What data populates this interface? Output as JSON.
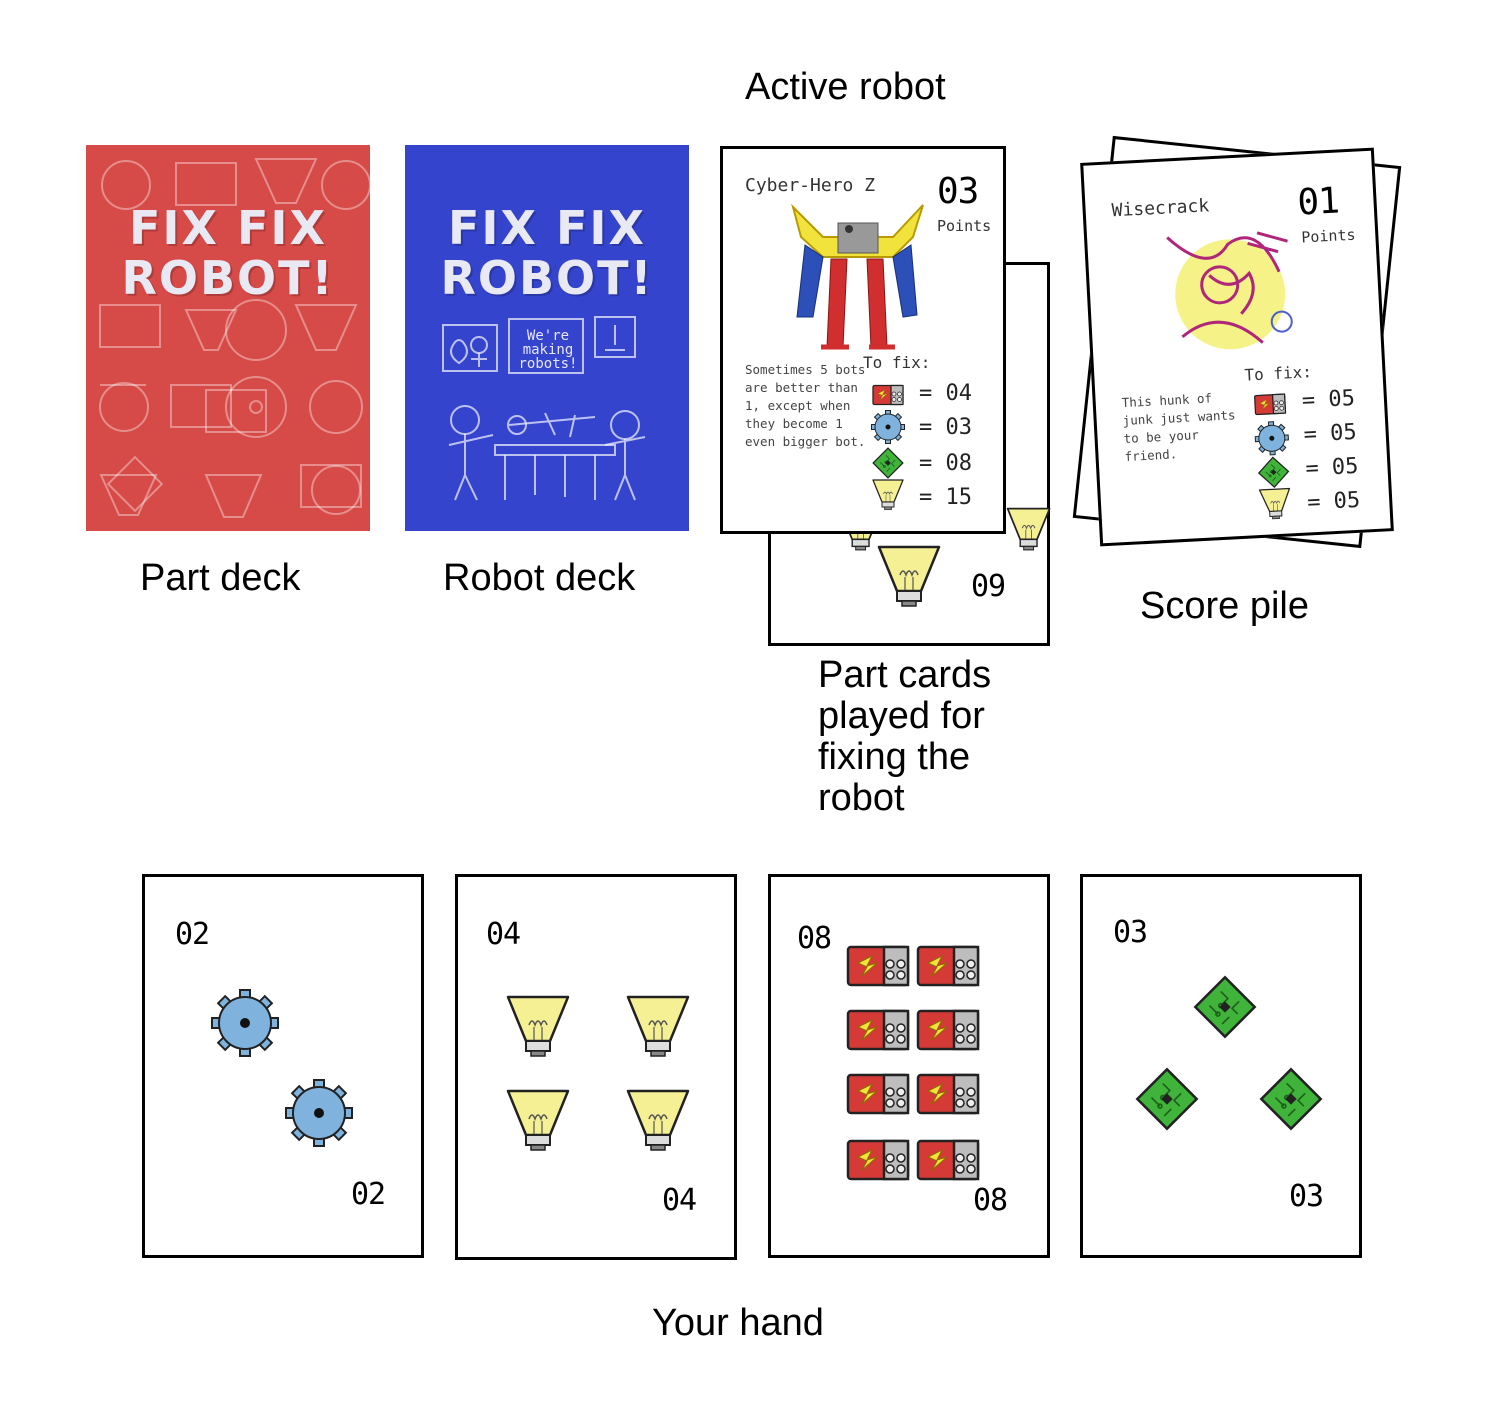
{
  "labels": {
    "active_robot": "Active robot",
    "part_deck": "Part deck",
    "robot_deck": "Robot deck",
    "score_pile": "Score pile",
    "part_cards_played": [
      "Part cards",
      "played for",
      "fixing the",
      "robot"
    ],
    "your_hand": "Your hand"
  },
  "decks": {
    "part": {
      "title_line1": "FIX FIX",
      "title_line2": "ROBOT!",
      "color": "#d64a47"
    },
    "robot": {
      "title_line1": "FIX FIX",
      "title_line2": "ROBOT!",
      "color": "#3444cc",
      "sign": "We're making robots!"
    }
  },
  "active_robot": {
    "name": "Cyber-Hero Z",
    "points_value": "03",
    "points_label": "Points",
    "flavor": [
      "Sometimes 5 bots",
      "are better than",
      "1, except when",
      "they become 1",
      "even bigger bot."
    ],
    "to_fix_label": "To fix:",
    "requirements": [
      {
        "part": "battery",
        "value": "= 04"
      },
      {
        "part": "gear",
        "value": "= 03"
      },
      {
        "part": "chip",
        "value": "= 08"
      },
      {
        "part": "bulb",
        "value": "= 15"
      }
    ]
  },
  "played_part_card": {
    "value": "09"
  },
  "score_card": {
    "name": "Wisecrack",
    "points_value": "01",
    "points_label": "Points",
    "flavor": [
      "This hunk of",
      "junk just wants",
      "to be your",
      "friend."
    ],
    "to_fix_label": "To fix:",
    "requirements": [
      {
        "part": "battery",
        "value": "= 05"
      },
      {
        "part": "gear",
        "value": "= 05"
      },
      {
        "part": "chip",
        "value": "= 05"
      },
      {
        "part": "bulb",
        "value": "= 05"
      }
    ]
  },
  "hand": [
    {
      "part": "gear",
      "value": "02"
    },
    {
      "part": "bulb",
      "value": "04"
    },
    {
      "part": "battery",
      "value": "08"
    },
    {
      "part": "chip",
      "value": "03"
    }
  ],
  "colors": {
    "gear": "#7fb3de",
    "bulb": "#f5f093",
    "battery_red": "#d63a36",
    "chip": "#3fb33a"
  }
}
